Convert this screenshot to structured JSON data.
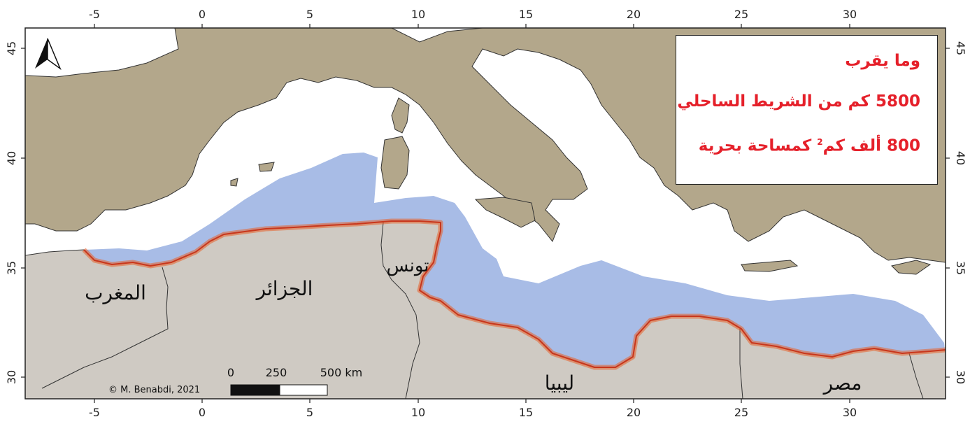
{
  "map": {
    "x_axis": {
      "ticks": [
        "-5",
        "0",
        "5",
        "10",
        "15",
        "20",
        "25",
        "30"
      ]
    },
    "y_axis": {
      "ticks": [
        "45",
        "40",
        "35",
        "30"
      ]
    },
    "countries": [
      {
        "key": "morocco",
        "label": "المغرب"
      },
      {
        "key": "algeria",
        "label": "الجزائر"
      },
      {
        "key": "tunisia",
        "label": "تونس"
      },
      {
        "key": "libya",
        "label": "ليبيا"
      },
      {
        "key": "egypt",
        "label": "مصر"
      }
    ],
    "scale_bar": {
      "labels": [
        "0",
        "250",
        "500 km"
      ]
    },
    "copyright": "© M. Benabdi, 2021",
    "colors": {
      "land_europe": "#b3a78b",
      "land_africa": "#cfcac3",
      "sea": "#ffffff",
      "maritime_zone": "#a8bce6",
      "coastline_highlight": "#e8602a",
      "text_red": "#e5202a"
    }
  },
  "info_box": {
    "line1": "وما يقرب",
    "line2": "5800 كم من الشريط الساحلي",
    "line3_pre": "800 ألف كم",
    "line3_sup": "2",
    "line3_post": " كمساحة بحرية"
  }
}
